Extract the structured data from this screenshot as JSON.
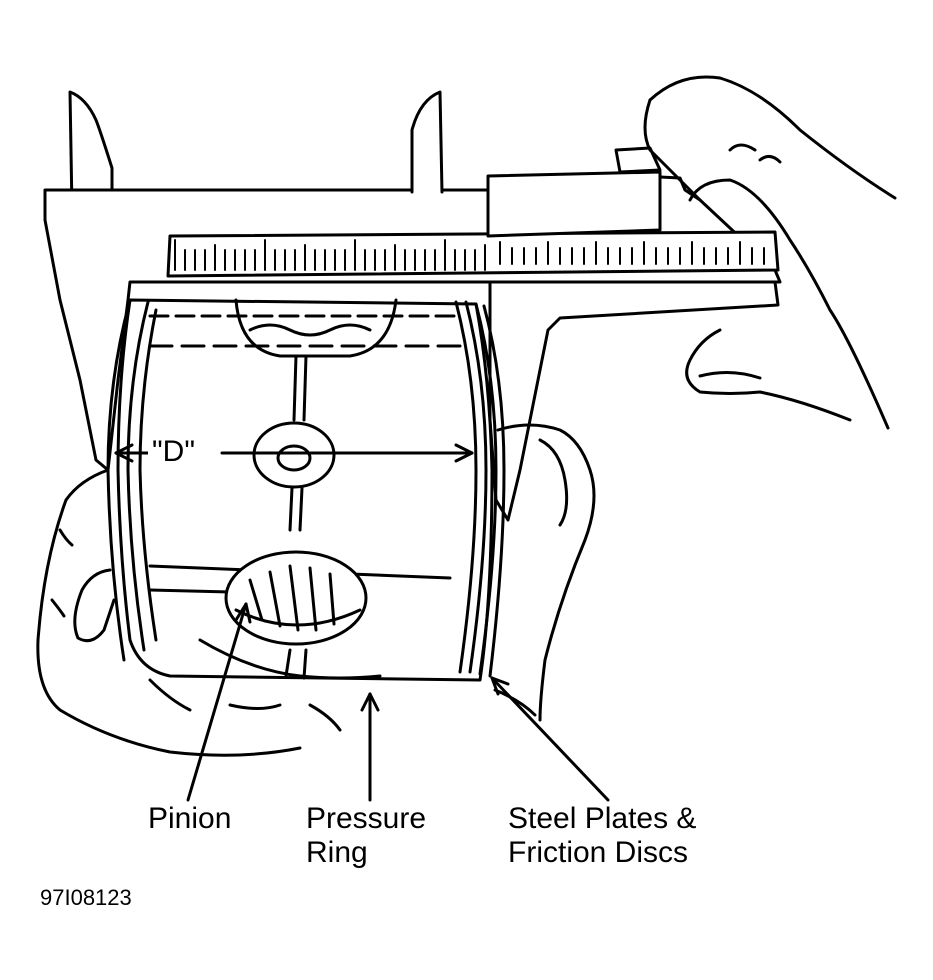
{
  "dimension_label": "\"D\"",
  "callouts": {
    "pinion": "Pinion",
    "pressure_ring_line1": "Pressure",
    "pressure_ring_line2": "Ring",
    "steel_plates_line1": "Steel Plates &",
    "steel_plates_line2": "Friction Discs"
  },
  "figure_id": "97I08123",
  "colors": {
    "ink": "#000000",
    "paper": "#ffffff"
  }
}
